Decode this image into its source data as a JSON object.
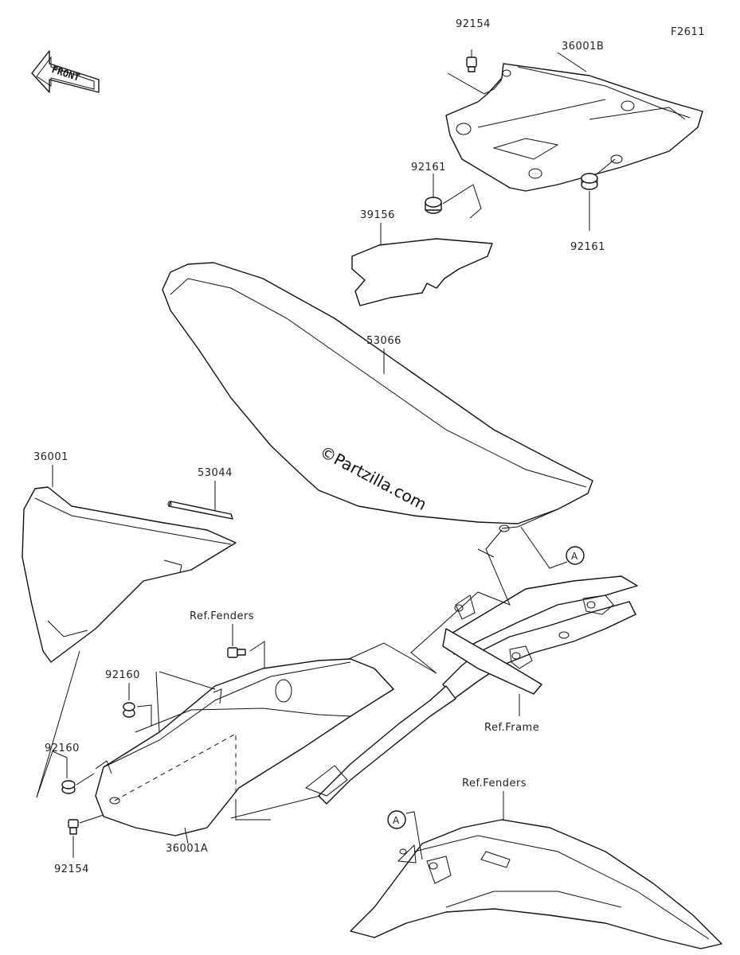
{
  "figure_id": "F2611",
  "front_arrow": {
    "label": "FRONT",
    "icon": "front-direction-arrow-icon"
  },
  "watermark": "©Partzilla.com",
  "callout_letter": "A",
  "parts": {
    "p92154_top": "92154",
    "p36001B": "36001B",
    "p92161_left": "92161",
    "p92161_right": "92161",
    "p39156": "39156",
    "p53066": "53066",
    "p36001": "36001",
    "p53044": "53044",
    "ref_fenders_mid": "Ref.Fenders",
    "p92160_a": "92160",
    "p92160_b": "92160",
    "p92154_bottom": "92154",
    "p36001A": "36001A",
    "ref_frame": "Ref.Frame",
    "ref_fenders_bottom": "Ref.Fenders"
  }
}
